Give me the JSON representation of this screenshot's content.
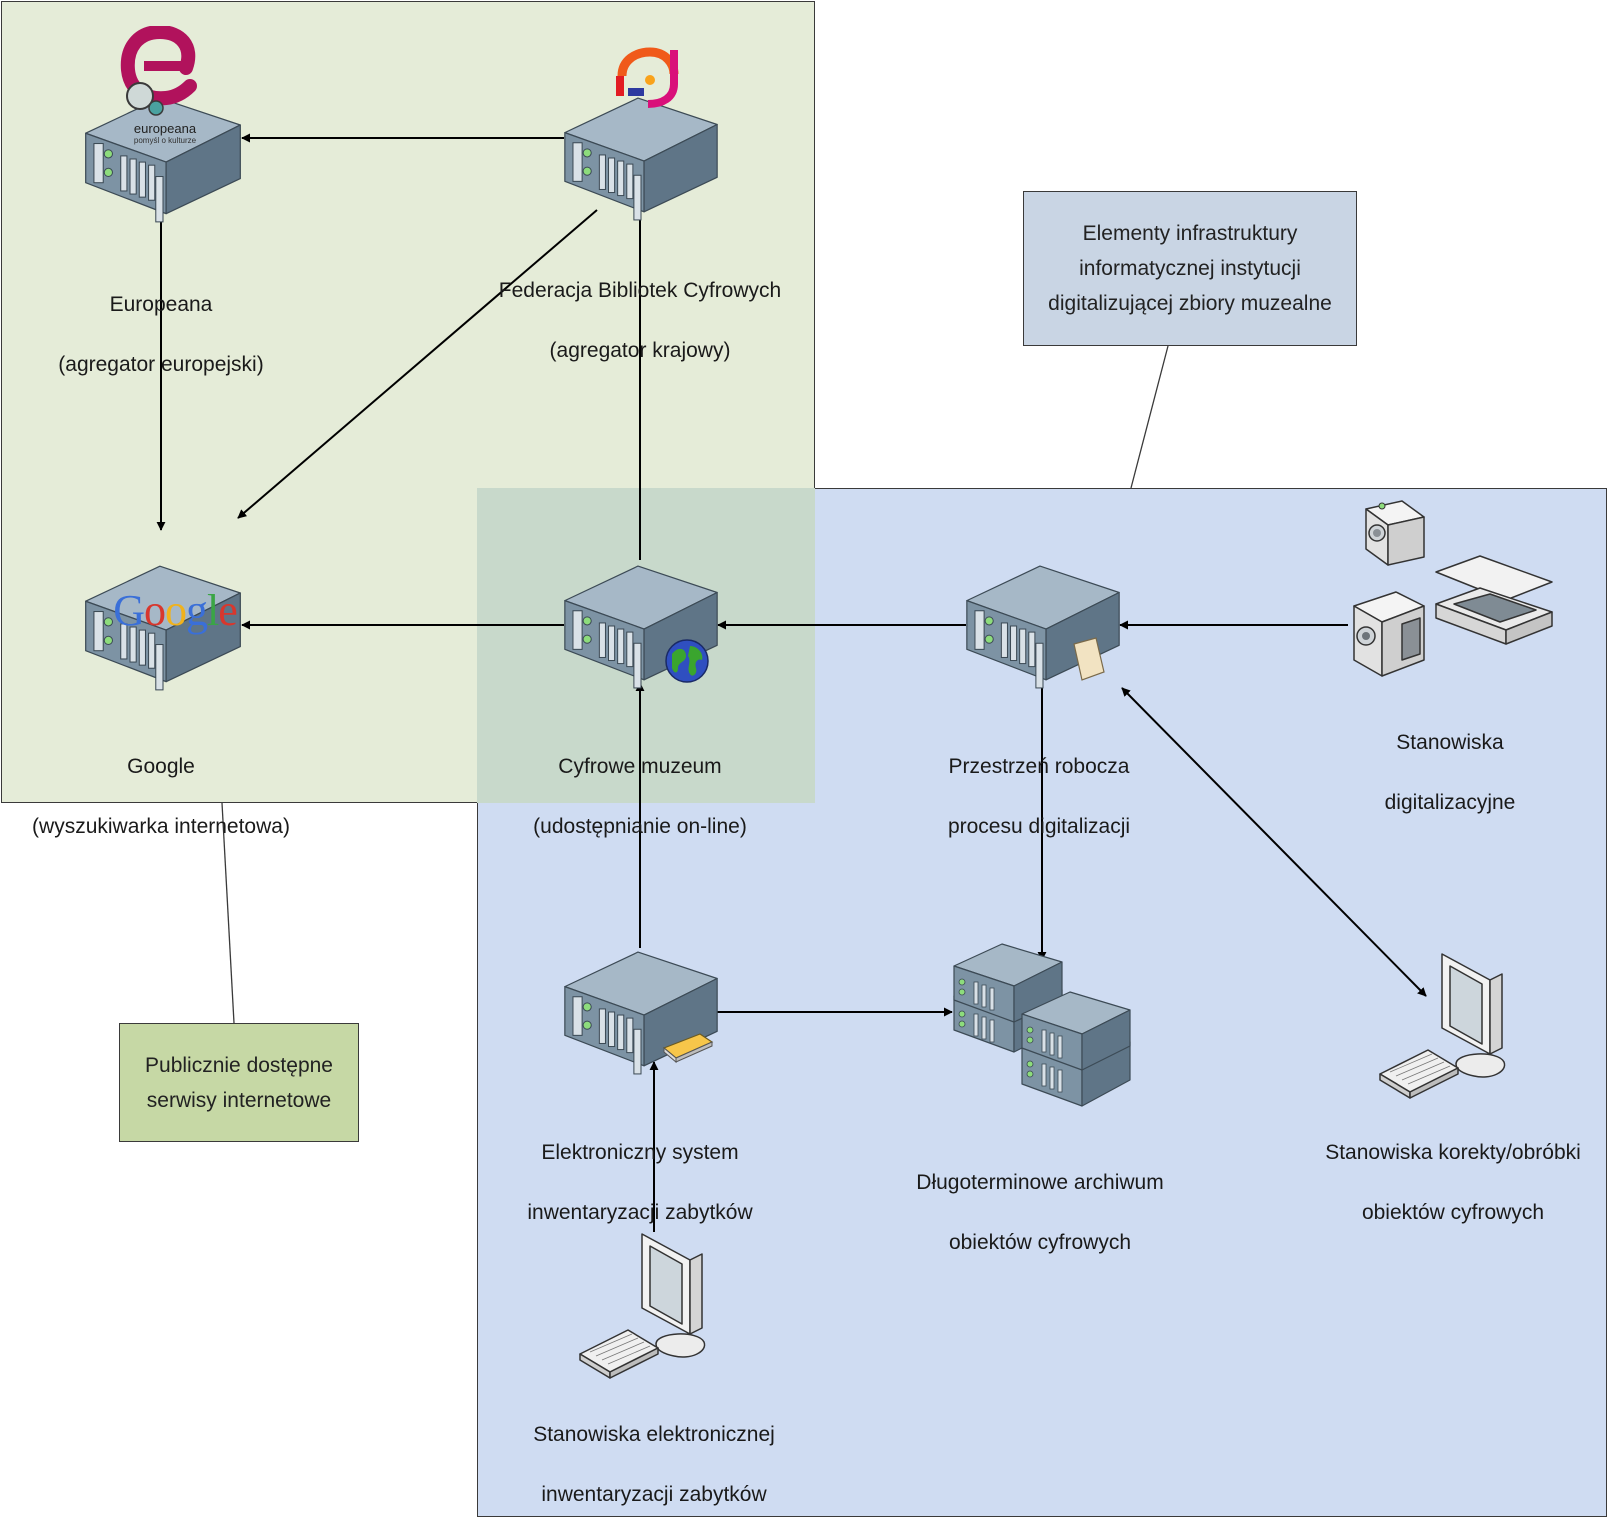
{
  "nodes": {
    "europeana": {
      "title": "Europeana",
      "subtitle": "(agregator europejski)",
      "logo_text": "europeana",
      "logo_subtext": "pomyśl o kulturze"
    },
    "fbc": {
      "title": "Federacja Bibliotek Cyfrowych",
      "subtitle": "(agregator krajowy)"
    },
    "google": {
      "title": "Google",
      "subtitle": "(wyszukiwarka internetowa)",
      "logo_letters": [
        "G",
        "o",
        "o",
        "g",
        "l",
        "e"
      ]
    },
    "museum": {
      "title": "Cyfrowe muzeum",
      "subtitle": "(udostępnianie on-line)"
    },
    "workspace": {
      "title": "Przestrzeń robocza",
      "subtitle": "procesu digitalizacji"
    },
    "stations": {
      "title": "Stanowiska",
      "subtitle": "digitalizacyjne"
    },
    "inventory": {
      "title": "Elektroniczny system",
      "subtitle": "inwentaryzacji zabytków"
    },
    "archive": {
      "title": "Długoterminowe archiwum",
      "subtitle": "obiektów cyfrowych"
    },
    "correction": {
      "title": "Stanowiska korekty/obróbki",
      "subtitle": "obiektów cyfrowych"
    },
    "inventory_ws": {
      "title": "Stanowiska elektronicznej",
      "subtitle": "inwentaryzacji zabytków"
    }
  },
  "notes": {
    "infrastructure": "Elementy infrastruktury\ninformatycznej instytucji\ndigitalizującej zbiory muzealne",
    "public": "Publicznie dostępne\nserwisy internetowe"
  },
  "colors": {
    "public_zone": "#e5ecd8",
    "infra_zone": "#cfdcf2",
    "overlap_zone": "#c8d9cb",
    "note_infra": "#c9d5e4",
    "note_public": "#c6d8a5",
    "server_top": "#9fb3c3",
    "server_front": "#6f8698"
  }
}
